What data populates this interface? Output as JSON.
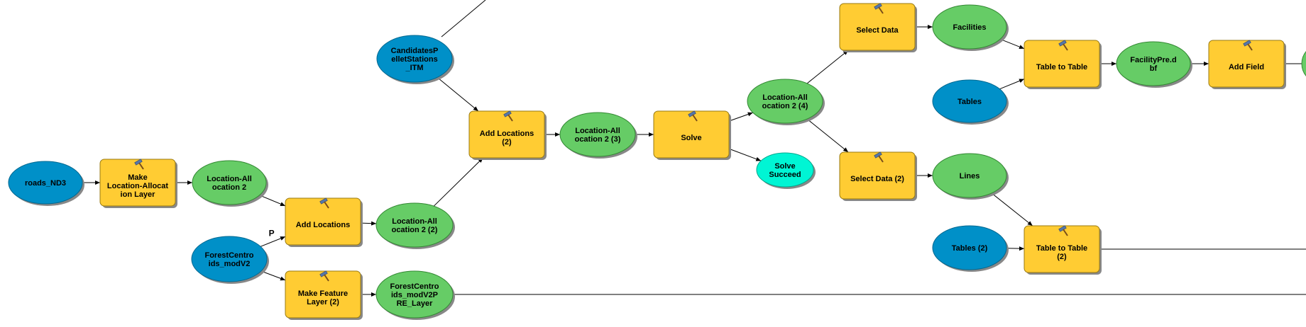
{
  "colors": {
    "background": "#ffffff",
    "input_data": "#0090c8",
    "derived_data": "#66cc66",
    "derived_outline": "#338833",
    "tool": "#ffcc33",
    "tool_outline": "#9a7a10",
    "solve_succeed": "#00f5d4",
    "shadow": "#888888",
    "connector": "#000000"
  },
  "icons": {
    "tool": "hammer-icon"
  },
  "nodes": [
    {
      "id": "roads_nd3",
      "kind": "input",
      "lines": [
        "roads_ND3"
      ]
    },
    {
      "id": "make_la_layer",
      "kind": "tool",
      "lines": [
        "Make",
        "Location-Allocat",
        "ion Layer"
      ]
    },
    {
      "id": "la2",
      "kind": "derived",
      "lines": [
        "Location-All",
        "ocation 2"
      ]
    },
    {
      "id": "add_locations",
      "kind": "tool",
      "lines": [
        "Add Locations"
      ]
    },
    {
      "id": "forest_centroids",
      "kind": "input",
      "lines": [
        "ForestCentro",
        "ids_modV2"
      ]
    },
    {
      "id": "la2_2",
      "kind": "derived",
      "lines": [
        "Location-All",
        "ocation 2 (2)"
      ]
    },
    {
      "id": "make_feature_layer2",
      "kind": "tool",
      "lines": [
        "Make Feature",
        "Layer (2)"
      ]
    },
    {
      "id": "forest_pre_layer",
      "kind": "derived",
      "lines": [
        "ForestCentro",
        "ids_modV2P",
        "RE_Layer"
      ]
    },
    {
      "id": "candidates",
      "kind": "input",
      "lines": [
        "CandidatesP",
        "elletStations",
        "_ITM"
      ]
    },
    {
      "id": "add_locations2",
      "kind": "tool",
      "lines": [
        "Add Locations",
        "(2)"
      ]
    },
    {
      "id": "la2_3",
      "kind": "derived",
      "lines": [
        "Location-All",
        "ocation 2 (3)"
      ]
    },
    {
      "id": "solve",
      "kind": "tool",
      "lines": [
        "Solve"
      ]
    },
    {
      "id": "la2_4",
      "kind": "derived",
      "lines": [
        "Location-All",
        "ocation 2 (4)"
      ]
    },
    {
      "id": "solve_succeed",
      "kind": "boolean",
      "lines": [
        "Solve",
        "Succeed"
      ]
    },
    {
      "id": "select_data",
      "kind": "tool",
      "lines": [
        "Select Data"
      ]
    },
    {
      "id": "facilities",
      "kind": "derived",
      "lines": [
        "Facilities"
      ]
    },
    {
      "id": "select_data2",
      "kind": "tool",
      "lines": [
        "Select Data (2)"
      ]
    },
    {
      "id": "lines",
      "kind": "derived",
      "lines": [
        "Lines"
      ]
    },
    {
      "id": "tables",
      "kind": "input",
      "lines": [
        "Tables"
      ]
    },
    {
      "id": "table_to_table",
      "kind": "tool",
      "lines": [
        "Table to Table"
      ]
    },
    {
      "id": "facility_pre_dbf",
      "kind": "derived",
      "lines": [
        "FacilityPre.d",
        "bf"
      ]
    },
    {
      "id": "add_field",
      "kind": "tool",
      "lines": [
        "Add Field"
      ]
    },
    {
      "id": "tables2",
      "kind": "input",
      "lines": [
        "Tables (2)"
      ]
    },
    {
      "id": "table_to_table2",
      "kind": "tool",
      "lines": [
        "Table to Table",
        "(2)"
      ]
    }
  ],
  "edges": [
    {
      "from": "roads_nd3",
      "to": "make_la_layer"
    },
    {
      "from": "make_la_layer",
      "to": "la2"
    },
    {
      "from": "la2",
      "to": "add_locations"
    },
    {
      "from": "forest_centroids",
      "to": "add_locations",
      "label": "P"
    },
    {
      "from": "forest_centroids",
      "to": "make_feature_layer2"
    },
    {
      "from": "add_locations",
      "to": "la2_2"
    },
    {
      "from": "make_feature_layer2",
      "to": "forest_pre_layer"
    },
    {
      "from": "la2_2",
      "to": "add_locations2"
    },
    {
      "from": "candidates",
      "to": "add_locations2"
    },
    {
      "from": "add_locations2",
      "to": "la2_3"
    },
    {
      "from": "la2_3",
      "to": "solve"
    },
    {
      "from": "solve",
      "to": "la2_4"
    },
    {
      "from": "solve",
      "to": "solve_succeed"
    },
    {
      "from": "la2_4",
      "to": "select_data"
    },
    {
      "from": "la2_4",
      "to": "select_data2"
    },
    {
      "from": "select_data",
      "to": "facilities"
    },
    {
      "from": "select_data2",
      "to": "lines"
    },
    {
      "from": "facilities",
      "to": "table_to_table"
    },
    {
      "from": "tables",
      "to": "table_to_table"
    },
    {
      "from": "table_to_table",
      "to": "facility_pre_dbf"
    },
    {
      "from": "facility_pre_dbf",
      "to": "add_field"
    },
    {
      "from": "lines",
      "to": "table_to_table2"
    },
    {
      "from": "tables2",
      "to": "table_to_table2"
    }
  ]
}
